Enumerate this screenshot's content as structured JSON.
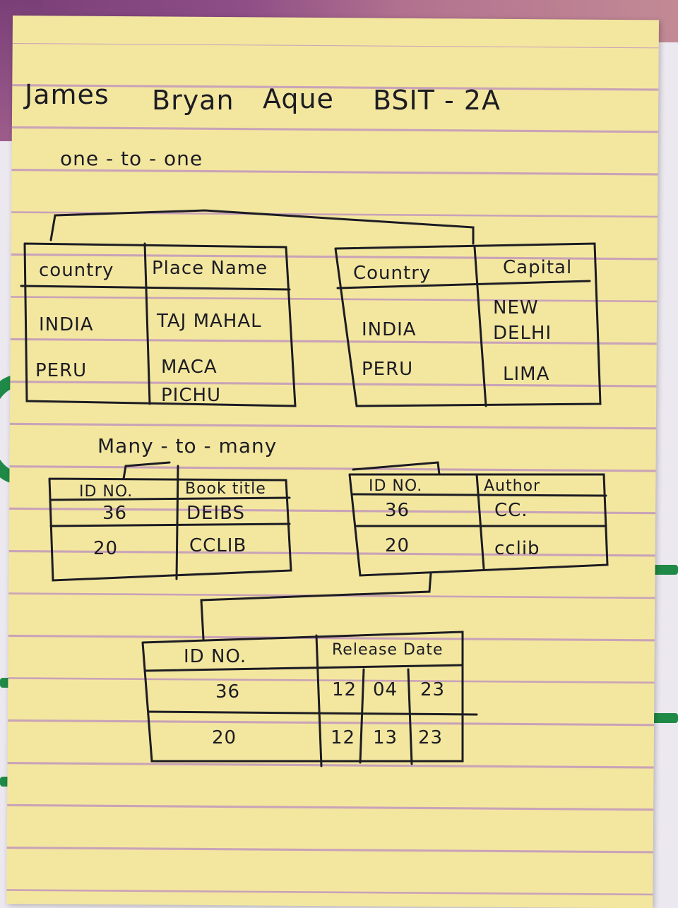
{
  "header": {
    "name_first": "James",
    "name_middle": "Bryan",
    "name_last": "Aque",
    "section": "BSIT - 2A"
  },
  "one_to_one": {
    "title": "one - to - one",
    "table_places": {
      "headers": [
        "country",
        "Place Name"
      ],
      "rows": [
        [
          "INDIA",
          "TAJ MAHAL"
        ],
        [
          "PERU",
          "MACA PICHU"
        ]
      ]
    },
    "table_capitals": {
      "headers": [
        "Country",
        "Capital"
      ],
      "rows": [
        [
          "INDIA",
          "NEW DELHI"
        ],
        [
          "PERU",
          "LIMA"
        ]
      ]
    }
  },
  "many_to_many": {
    "title": "Many - to - many",
    "table_books": {
      "headers": [
        "ID NO.",
        "Book title"
      ],
      "rows": [
        [
          "36",
          "DEIBS"
        ],
        [
          "20",
          "CCLIB"
        ]
      ]
    },
    "table_authors": {
      "headers": [
        "ID NO.",
        "Author"
      ],
      "rows": [
        [
          "36",
          "CC."
        ],
        [
          "20",
          "cclib"
        ]
      ]
    },
    "table_release": {
      "headers": [
        "ID NO.",
        "Release Date"
      ],
      "rows": [
        [
          "36",
          "12",
          "04",
          "23"
        ],
        [
          "20",
          "12",
          "13",
          "23"
        ]
      ]
    }
  }
}
